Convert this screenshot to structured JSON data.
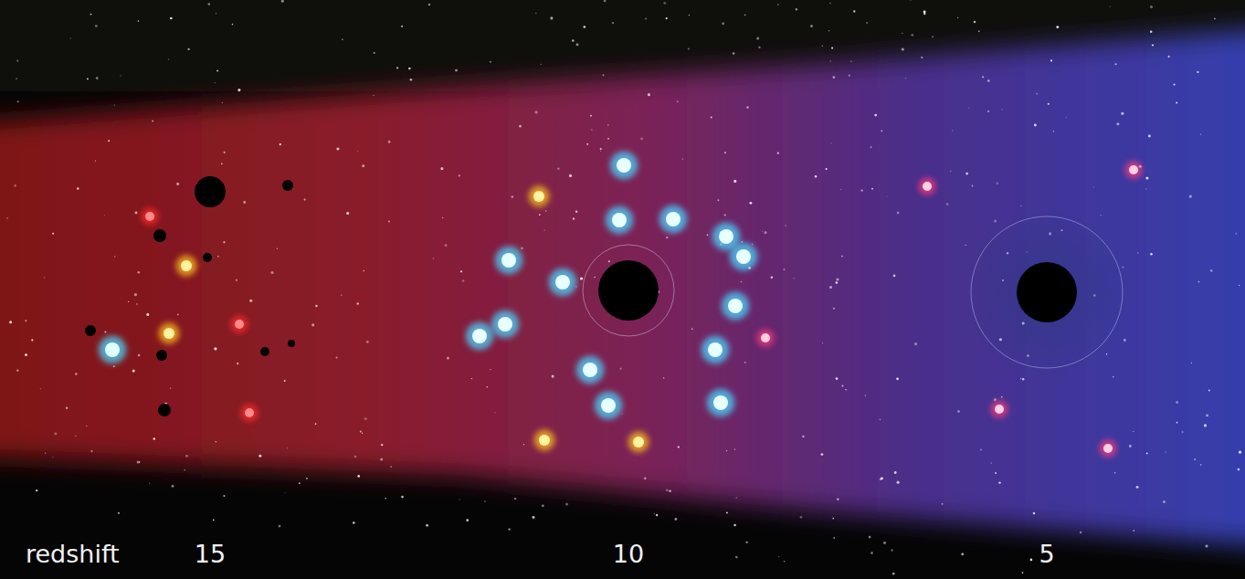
{
  "diagram": {
    "labels": [
      "redshift",
      "15",
      "10",
      "5"
    ]
  }
}
